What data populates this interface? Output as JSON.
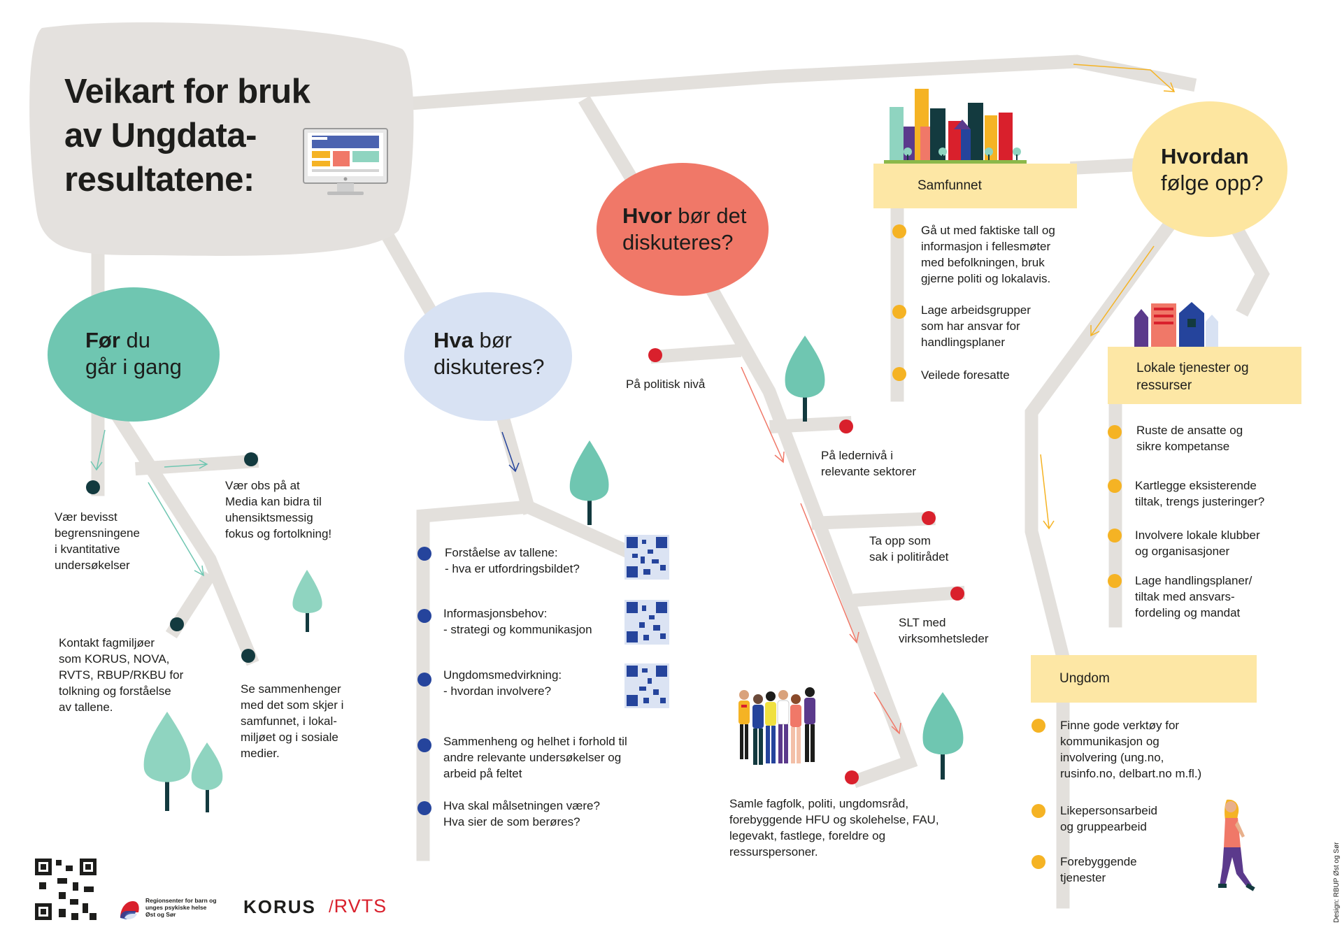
{
  "title": "Veikart for bruk\nav Ungdata-\nresultatene:",
  "bubbles": {
    "for_du": {
      "bold": "Før",
      "rest_1": " du",
      "rest_2": "går i gang"
    },
    "hva": {
      "bold": "Hva",
      "rest_1": " bør",
      "rest_2": "diskuteres?"
    },
    "hvor": {
      "bold": "Hvor",
      "rest_1": " bør det",
      "rest_2": "diskuteres?"
    },
    "hvordan": {
      "bold": "Hvordan",
      "rest_2": "følge opp?"
    }
  },
  "before": {
    "items": [
      "Vær bevisst\nbegrensningene\ni kvantitative\nundersøkelser",
      "Vær obs på at\nMedia kan bidra til\nuhensiktsmessig\nfokus og fortolkning!",
      "Kontakt fagmiljøer\nsom KORUS, NOVA,\nRVTS, RBUP/RKBU for\ntolkning og forståelse\nav tallene.",
      "Se sammenhenger\nmed det som skjer i\nsamfunnet, i lokal-\nmiljøet og i sosiale\nmedier."
    ]
  },
  "what": {
    "items": [
      "Forståelse av tallene:\n- hva er utfordringsbildet?",
      "Informasjonsbehov:\n- strategi og kommunikasjon",
      "Ungdomsmedvirkning:\n- hvordan involvere?",
      "Sammenheng og helhet i forhold til\nandre relevante undersøkelser og\narbeid på feltet",
      "Hva skal målsetningen være?\nHva sier de som berøres?"
    ]
  },
  "where": {
    "items": [
      "På politisk nivå",
      "På ledernivå i\nrelevante sektorer",
      "Ta opp som\nsak i politirådet",
      "SLT med\nvirksomhetsleder",
      "Samle fagfolk, politi, ungdomsråd,\nforebyggende HFU og skolehelse, FAU,\nlegevakt, fastlege, foreldre og\nressurspersoner."
    ]
  },
  "samfunnet": {
    "label": "Samfunnet",
    "items": [
      "Gå ut med faktiske tall og\ninformasjon i fellesmøter\nmed befolkningen, bruk\ngjerne politi og lokalavis.",
      "Lage arbeidsgrupper\nsom har ansvar for\nhandlingsplaner",
      "Veilede foresatte"
    ]
  },
  "lokale": {
    "label": "Lokale tjenester og\nressurser",
    "items": [
      "Ruste de ansatte og\nsikre kompetanse",
      "Kartlegge eksisterende\ntiltak, trengs justeringer?",
      "Involvere lokale klubber\nog organisasjoner",
      "Lage handlingsplaner/\ntiltak med ansvars-\nfordeling og mandat"
    ]
  },
  "ungdom": {
    "label": "Ungdom",
    "items": [
      "Finne gode verktøy for\nkommunikasjon og\ninvolvering (ung.no,\nrusinfo.no, delbart.no m.fl.)",
      "Likepersonsarbeid\nog gruppearbeid",
      "Forebyggende\ntjenester"
    ]
  },
  "footer": {
    "rbup": "Regionsenter for barn og\nunges psykiske helse\nØst og Sør",
    "korus": "KORUS",
    "rvts": "RVTS",
    "design": "Design: RBUP Øst og Sør"
  },
  "colors": {
    "road": "#e3e0dc",
    "title_blob": "#e4e1de",
    "teal": "#6fc6b1",
    "lavender": "#d8e2f3",
    "coral": "#f07868",
    "yellow": "#fde6a0",
    "band": "#fde7a5",
    "dot_dark": "#133a3f",
    "dot_blue": "#25449c",
    "dot_red": "#d9202c",
    "dot_orange": "#f5b324"
  },
  "icons": [
    "computer-icon",
    "city-icon",
    "houses-icon",
    "tree-icon",
    "people-group-icon",
    "walking-girl-icon",
    "qr-code-icon"
  ]
}
